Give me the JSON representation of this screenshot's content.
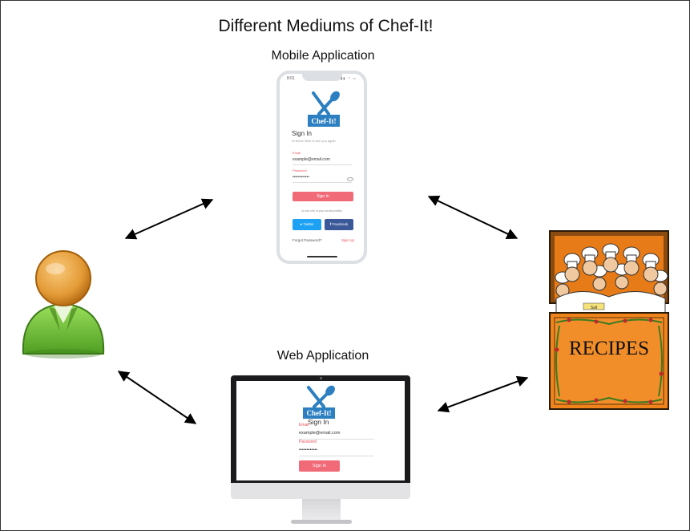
{
  "diagram": {
    "title": "Different Mediums of Chef-It!",
    "mobile_caption": "Mobile Application",
    "web_caption": "Web Application"
  },
  "mobile_app": {
    "time": "8:01",
    "status_icons": "▮▮ ◠ ▭",
    "logo_text": "Chef-It!",
    "signin_title": "Sign In",
    "greeting": "Hi there! Nice to see you again.",
    "email_label": "Email",
    "email_value": "example@email.com",
    "password_label": "Password",
    "password_value": "••••••••••••",
    "signin_button": "Sign In",
    "social_note": "or use one of your social profiles",
    "twitter_button": "Twitter",
    "facebook_button": "Facebook",
    "forgot_password": "Forgot Password?",
    "sign_up": "Sign Up"
  },
  "web_app": {
    "logo_text": "Chef-It!",
    "signin_title": "Sign In",
    "email_label": "Email",
    "email_value": "example@email.com",
    "password_label": "Password",
    "password_value": "••••••••••••",
    "signin_button": "Sign In"
  },
  "recipes": {
    "label": "RECIPES",
    "tag": "Salt"
  },
  "colors": {
    "accent_red": "#f16a78",
    "logo_blue": "#2c7fc0",
    "twitter_blue": "#1da1f2",
    "facebook_blue": "#3b5998",
    "box_orange": "#f0841c",
    "user_green": "#6cc13b",
    "user_head": "#d78f2a"
  }
}
